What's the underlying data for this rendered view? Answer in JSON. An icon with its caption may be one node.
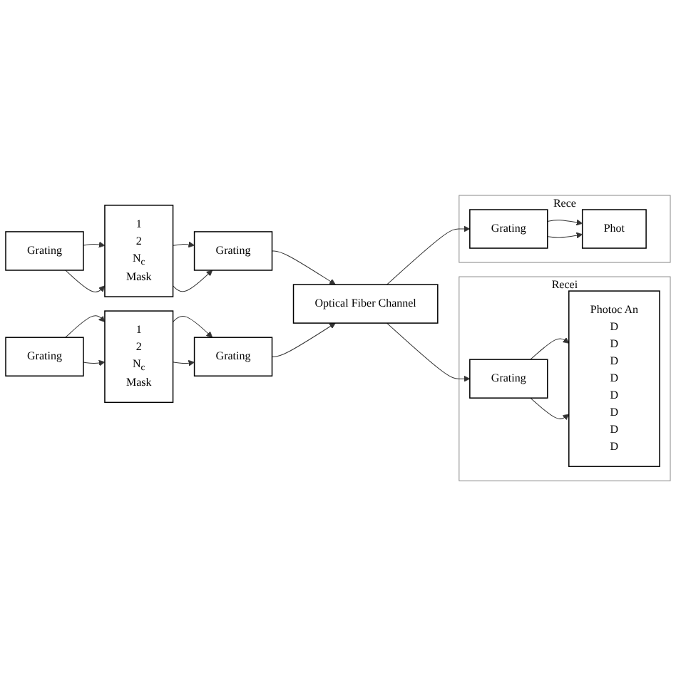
{
  "diagram": {
    "nodes": [
      {
        "text": [
          "Grating"
        ]
      },
      {
        "text": [
          "1",
          "2",
          "N$_{c}$",
          "Mask"
        ]
      },
      {
        "text": [
          "Grating"
        ]
      },
      {
        "text": [
          "Grating"
        ]
      },
      {
        "text": [
          "1",
          "2",
          "N$_{c}$",
          "Mask"
        ]
      },
      {
        "text": [
          "Grating"
        ]
      },
      {
        "text": [
          "Optical Fiber Channel"
        ]
      },
      {
        "text": [
          "Recei"
        ]
      },
      {
        "text": [
          "Grating"
        ],
        "in": 7
      },
      {
        "text": [
          "Photoc An",
          "D",
          "D",
          "D",
          "D",
          "D",
          "D",
          "D",
          "D"
        ],
        "in": 7
      },
      {
        "text": [
          "Rece"
        ]
      },
      {
        "text": [
          "Grating"
        ],
        "in": 10
      },
      {
        "text": [
          "Phot"
        ],
        "in": 10
      }
    ],
    "edges": [
      {
        "from": 0,
        "to": 1,
        "arrow": "to"
      },
      {
        "from": 0,
        "to": 1,
        "arrow": "to"
      },
      {
        "from": 1,
        "to": 2,
        "arrow": "to"
      },
      {
        "from": 1,
        "to": 2,
        "arrow": "to"
      },
      {
        "from": 3,
        "to": 4,
        "arrow": "to"
      },
      {
        "from": 3,
        "to": 4,
        "arrow": "to"
      },
      {
        "from": 4,
        "to": 5,
        "arrow": "to"
      },
      {
        "from": 4,
        "to": 5,
        "arrow": "to"
      },
      {
        "from": 2,
        "to": 6,
        "arrow": "to"
      },
      {
        "from": 5,
        "to": 6,
        "arrow": "to"
      },
      {
        "from": 6,
        "to": 8,
        "arrow": "to"
      },
      {
        "from": 6,
        "to": 11,
        "arrow": "to"
      },
      {
        "from": 8,
        "to": 9,
        "arrow": "to"
      },
      {
        "from": 8,
        "to": 9,
        "arrow": "to"
      },
      {
        "from": 11,
        "to": 12,
        "arrow": "to"
      },
      {
        "from": 11,
        "to": 12,
        "arrow": "to"
      }
    ]
  }
}
